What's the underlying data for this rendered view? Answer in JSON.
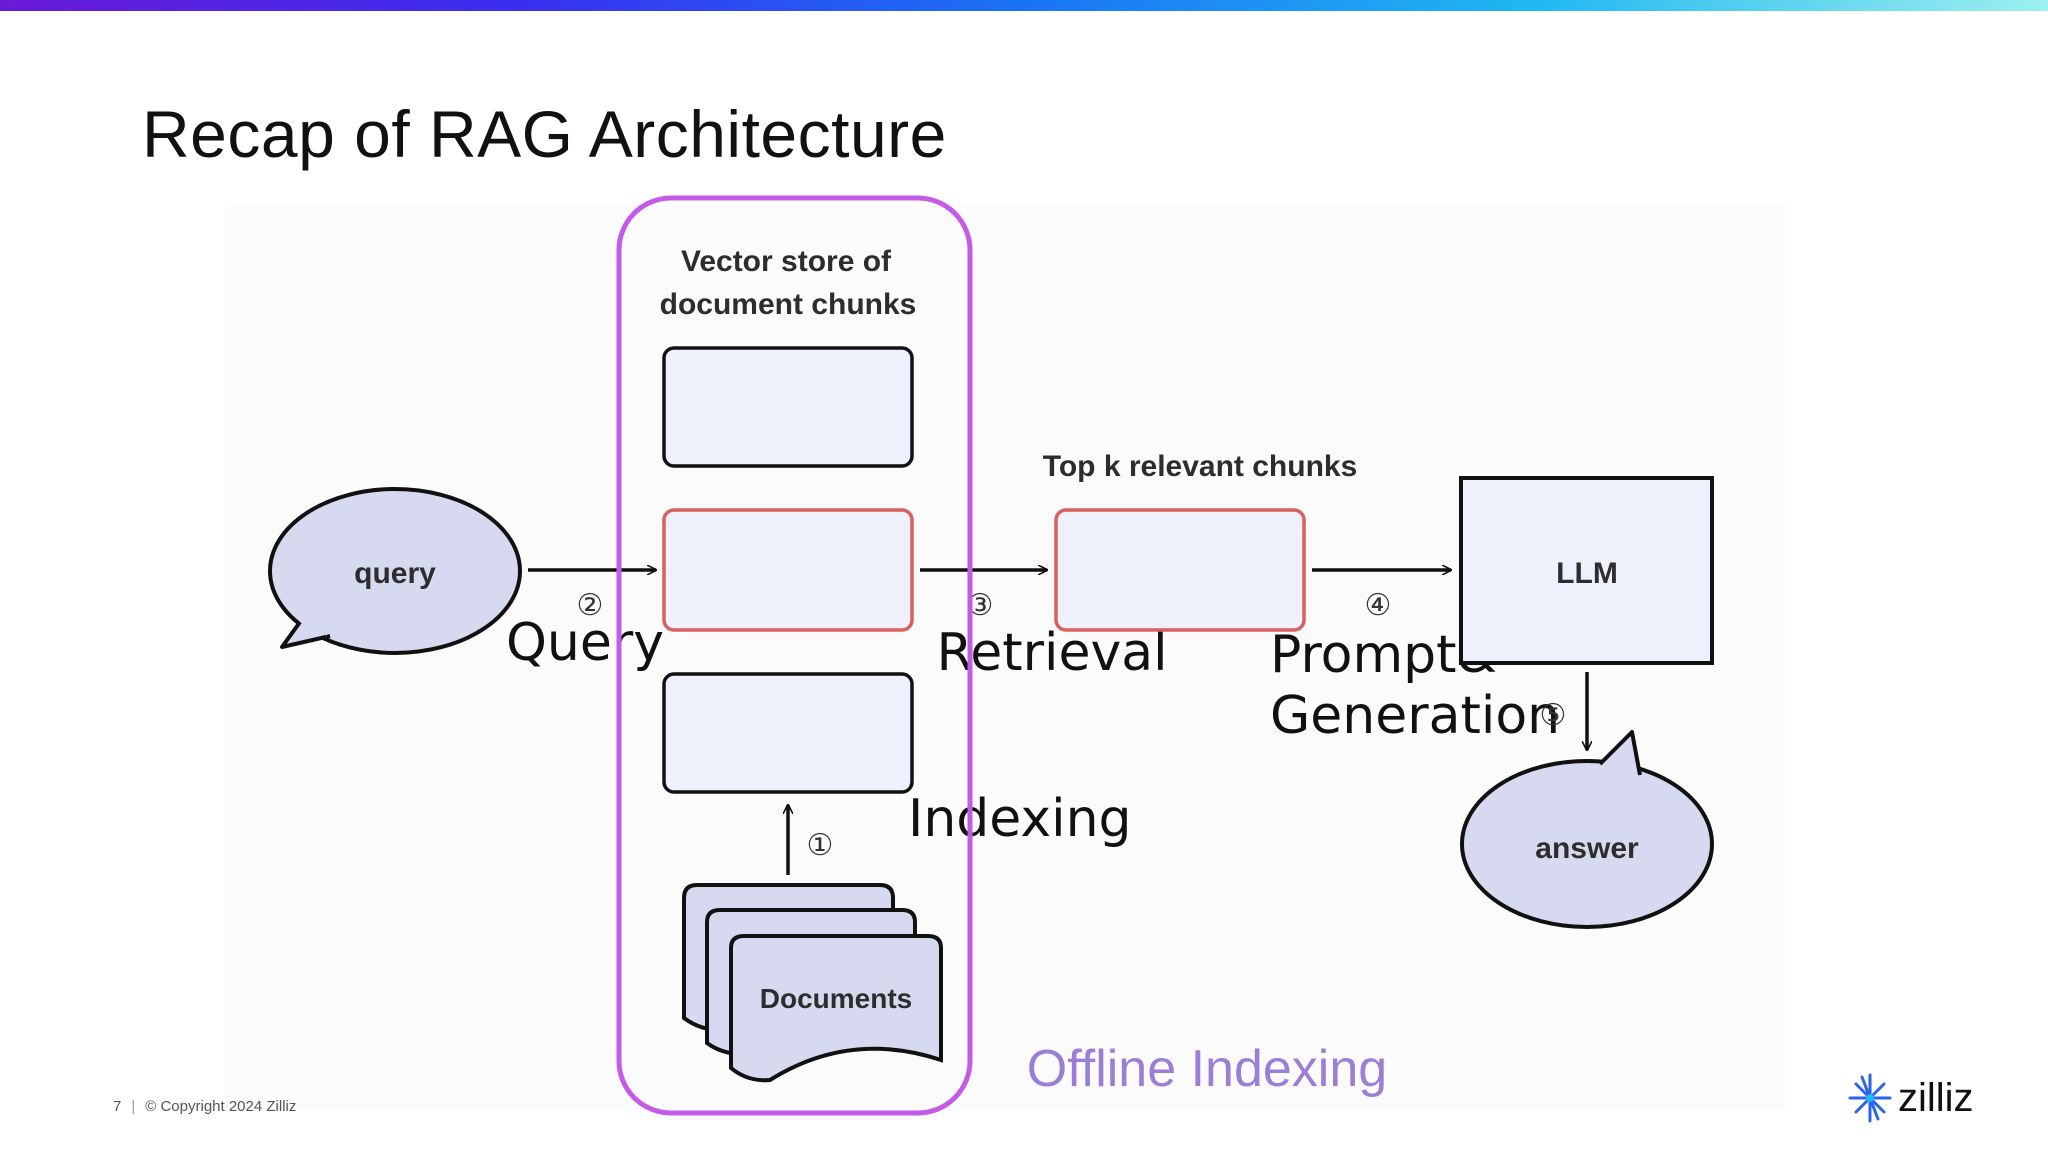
{
  "slide": {
    "title": "Recap of RAG Architecture",
    "page_number": "7",
    "copyright": "© Copyright  2024  Zilliz",
    "logo_text": "zilliz"
  },
  "diagram": {
    "vector_store_title_line1": "Vector store of",
    "vector_store_title_line2": "document chunks",
    "query_label": "query",
    "top_k_label": "Top k relevant chunks",
    "llm_label": "LLM",
    "answer_label": "answer",
    "documents_label": "Documents",
    "step_query_num": "②",
    "step_retrieval_num": "③",
    "step_prompt_num": "④",
    "step_generation_num": "⑤",
    "step_indexing_num": "①",
    "handwritten_query": "Query",
    "handwritten_retrieval": "Retrieval",
    "handwritten_prompt": "Prompt&",
    "handwritten_generation": "Generation",
    "handwritten_indexing": "Indexing",
    "offline_indexing": "Offline Indexing",
    "colors": {
      "bubble_fill": "#d6d9ef",
      "chunk_fill": "#eef0fb",
      "highlight_border": "#d9605f",
      "offline_border": "#c35be8",
      "offline_text": "#9b7fd6",
      "ink": "#111111"
    }
  }
}
